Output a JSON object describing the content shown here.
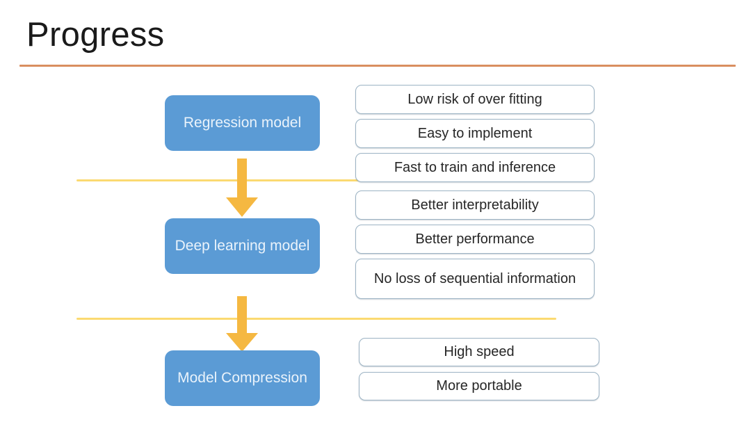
{
  "slide": {
    "title": "Progress",
    "accent_rule_color": "#d98e5f",
    "separator_color": "#fbd869",
    "arrow_color": "#f5b841",
    "stage_box_color": "#5b9bd5",
    "benefit_border_color": "#9cb3c4"
  },
  "stages": [
    {
      "name": "regression-model",
      "label": "Regression model",
      "benefits": [
        "Low risk of over fitting",
        "Easy to implement",
        "Fast to train and inference"
      ]
    },
    {
      "name": "deep-learning-model",
      "label": "Deep learning model",
      "benefits": [
        "Better interpretability",
        "Better performance",
        "No loss of sequential information"
      ]
    },
    {
      "name": "model-compression",
      "label": "Model Compression",
      "benefits": [
        "High speed",
        "More portable"
      ]
    }
  ]
}
